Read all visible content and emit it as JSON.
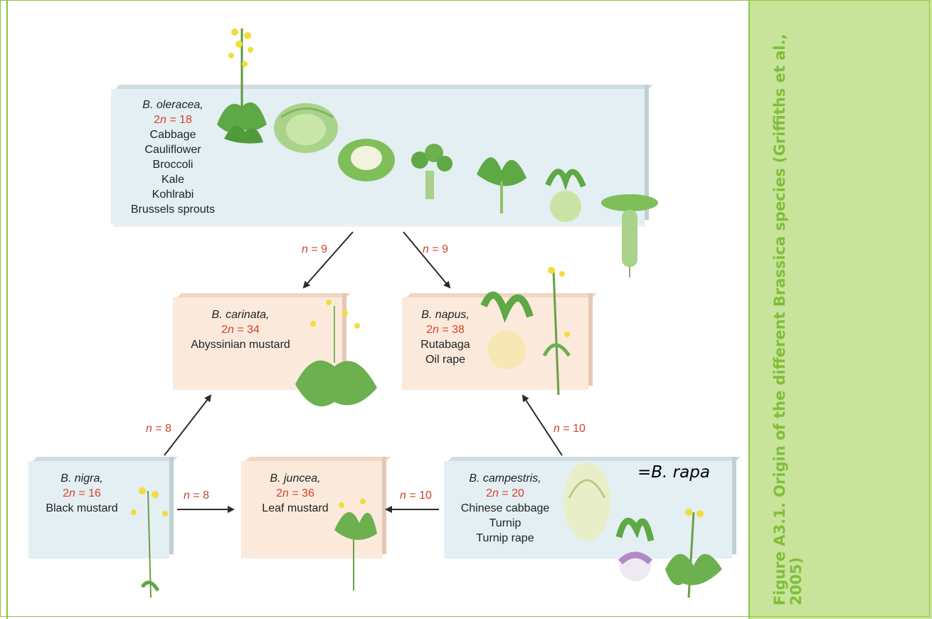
{
  "caption": "Figure A3.1. Origin of the different Brassica species (Griffiths et al., 2005)",
  "species": {
    "oleracea": {
      "name": "B. oleracea,",
      "chrom": "2n = 18",
      "crops": [
        "Cabbage",
        "Cauliflower",
        "Broccoli",
        "Kale",
        "Kohlrabi",
        "Brussels sprouts"
      ]
    },
    "carinata": {
      "name": "B. carinata,",
      "chrom": "2n = 34",
      "crops": [
        "Abyssinian mustard"
      ]
    },
    "napus": {
      "name": "B. napus,",
      "chrom": "2n = 38",
      "crops": [
        "Rutabaga",
        "Oil rape"
      ]
    },
    "nigra": {
      "name": "B. nigra,",
      "chrom": "2n = 16",
      "crops": [
        "Black mustard"
      ]
    },
    "juncea": {
      "name": "B. juncea,",
      "chrom": "2n = 36",
      "crops": [
        "Leaf mustard"
      ]
    },
    "campestris": {
      "name": "B. campestris,",
      "chrom": "2n = 20",
      "crops": [
        "Chinese cabbage",
        "Turnip",
        "Turnip rape"
      ],
      "synonym": "=B. rapa"
    }
  },
  "arrows": {
    "oleracea_to_carinata": "n = 9",
    "oleracea_to_napus": "n = 9",
    "nigra_to_carinata": "n = 8",
    "nigra_to_juncea": "n = 8",
    "campestris_to_juncea": "n = 10",
    "campestris_to_napus": "n = 10"
  },
  "colors": {
    "accent_green": "#8cc63f",
    "caption_green": "#7fbf3a",
    "sidebar_bg": "#c8e39a",
    "chromosome_red": "#d8412a",
    "box_blue": "#e3eff2",
    "box_peach": "#fbeadc"
  },
  "plant_icons": [
    "rapeseed-plant-icon",
    "cabbage-icon",
    "cauliflower-icon",
    "broccoli-icon",
    "kale-icon",
    "kohlrabi-icon",
    "brussels-sprouts-icon",
    "mustard-plant-icon",
    "rutabaga-icon",
    "oil-rape-icon",
    "black-mustard-icon",
    "leaf-mustard-icon",
    "chinese-cabbage-icon",
    "turnip-icon",
    "turnip-rape-icon"
  ]
}
